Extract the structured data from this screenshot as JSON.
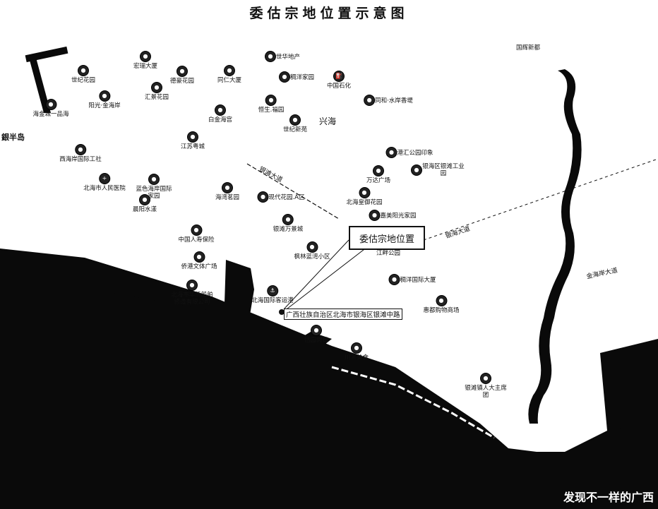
{
  "title": "委估宗地位置示意图",
  "callout": "委估宗地位置",
  "address": "广西壮族自治区北海市银海区银滩中路",
  "watermark": "发现不一样的广西",
  "roads": [
    "银滩大道",
    "金海岸大道",
    "银海大道"
  ],
  "areas": [
    "兴海",
    "銀半岛"
  ],
  "pois": [
    {
      "label": "世纪花园",
      "icon": "building-icon"
    },
    {
      "label": "宏瑞大厦",
      "icon": "building-icon"
    },
    {
      "label": "德豪花园",
      "icon": "building-icon"
    },
    {
      "label": "同仁大厦",
      "icon": "building-icon"
    },
    {
      "label": "世华地产",
      "icon": "building-icon"
    },
    {
      "label": "稠洋家园",
      "icon": "building-icon"
    },
    {
      "label": "中国石化",
      "icon": "gas-icon"
    },
    {
      "label": "同和·水岸香堤",
      "icon": "building-icon"
    },
    {
      "label": "阳光·金海岸",
      "icon": "building-icon"
    },
    {
      "label": "汇景花园",
      "icon": "building-icon"
    },
    {
      "label": "白金海宫",
      "icon": "building-icon"
    },
    {
      "label": "恒生.福园",
      "icon": "building-icon"
    },
    {
      "label": "世纪新苑",
      "icon": "building-icon"
    },
    {
      "label": "海金城一品海",
      "icon": "building-icon"
    },
    {
      "label": "江苏粤城",
      "icon": "building-icon"
    },
    {
      "label": "西海岸国际工社",
      "icon": "building-icon"
    },
    {
      "label": "港汇公园印象",
      "icon": "building-icon"
    },
    {
      "label": "银海区银滩工业园",
      "icon": "building-icon"
    },
    {
      "label": "万达广场",
      "icon": "building-icon"
    },
    {
      "label": "北海市人民医院",
      "icon": "hospital-icon"
    },
    {
      "label": "蓝色海岸国际家园",
      "icon": "building-icon"
    },
    {
      "label": "海湾茗园",
      "icon": "building-icon"
    },
    {
      "label": "现代花园.A区",
      "icon": "building-icon"
    },
    {
      "label": "北海皇御花园",
      "icon": "building-icon"
    },
    {
      "label": "晨阳水漾",
      "icon": "building-icon"
    },
    {
      "label": "嘉美阳光家园",
      "icon": "building-icon"
    },
    {
      "label": "中国人寿保险",
      "icon": "building-icon"
    },
    {
      "label": "银滩万景城",
      "icon": "building-icon"
    },
    {
      "label": "枫林蓝湾小区",
      "icon": "building-icon"
    },
    {
      "label": "江畔公园",
      "icon": "park-icon"
    },
    {
      "label": "侨港文体广场",
      "icon": "building-icon"
    },
    {
      "label": "稠洋国际大厦",
      "icon": "building-icon"
    },
    {
      "label": "北海市华侨船舶修造有限公司",
      "icon": "building-icon"
    },
    {
      "label": "北海国际客运港",
      "icon": "anchor-icon"
    },
    {
      "label": "惠都购物商场",
      "icon": "shop-icon"
    },
    {
      "label": "恬园假日",
      "icon": "building-icon"
    },
    {
      "label": "川渝美食",
      "icon": "food-icon"
    },
    {
      "label": "银滩镇人大主席团",
      "icon": "building-icon"
    },
    {
      "label": "国辉新都",
      "icon": "building-icon"
    }
  ],
  "colors": {
    "sea": "#0a0a0a",
    "land": "#ffffff",
    "ink": "#111111"
  }
}
